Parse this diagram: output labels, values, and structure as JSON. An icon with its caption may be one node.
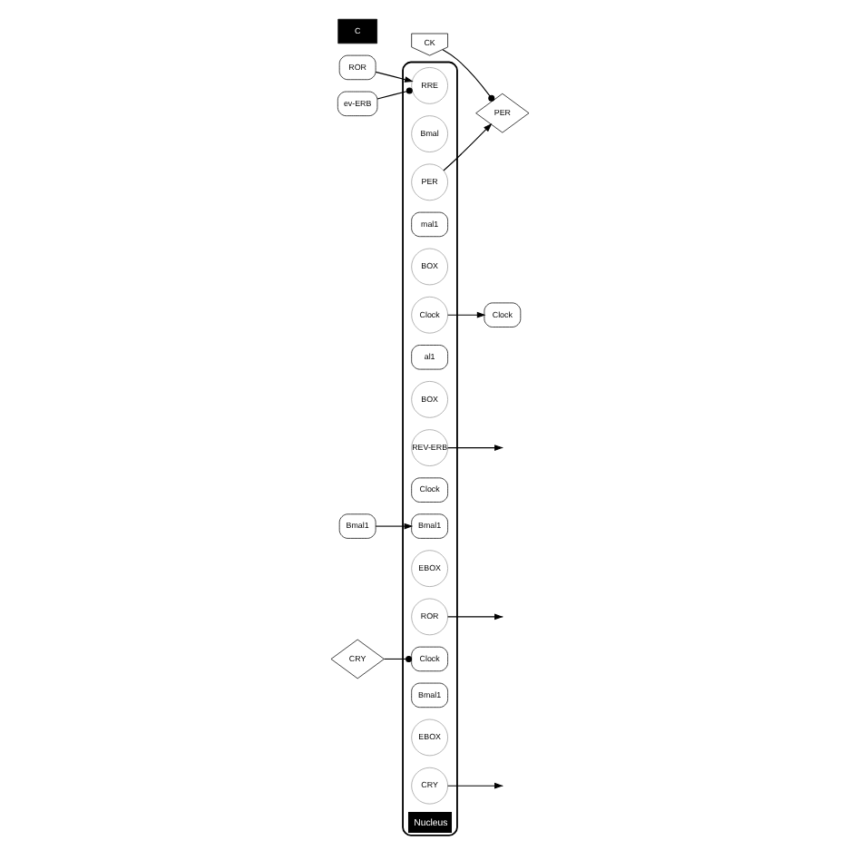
{
  "diagram": {
    "nodes": [
      {
        "text": [
          "Nucleus"
        ]
      },
      {
        "text": [
          "ROR"
        ]
      },
      {
        "text": [
          "ev-ERB"
        ]
      },
      {
        "text": [
          "Clock"
        ]
      },
      {
        "text": [
          "Bmal1"
        ]
      },
      {
        "text": [
          "C"
        ]
      },
      {
        "text": [
          "CK"
        ]
      },
      {
        "text": [
          "PER"
        ]
      },
      {
        "text": [
          "CRY"
        ]
      },
      {
        "text": [
          "RRE"
        ],
        "in": 0
      },
      {
        "text": [
          "Bmal"
        ],
        "in": 0
      },
      {
        "text": [
          "Clock"
        ],
        "in": 0
      },
      {
        "text": [
          "mal1"
        ],
        "in": 0
      },
      {
        "text": [
          "BOX"
        ],
        "in": 0
      },
      {
        "text": [
          "REV-ERB"
        ],
        "in": 0
      },
      {
        "text": [
          "al1"
        ],
        "in": 0
      },
      {
        "text": [
          "BOX"
        ],
        "in": 0
      },
      {
        "text": [
          "ROR"
        ],
        "in": 0
      },
      {
        "text": [
          "Clock"
        ],
        "in": 0
      },
      {
        "text": [
          "Bmal1"
        ],
        "in": 0
      },
      {
        "text": [
          "EBOX"
        ],
        "in": 0
      },
      {
        "text": [
          "PER"
        ],
        "in": 0
      },
      {
        "text": [
          "Clock"
        ],
        "in": 0
      },
      {
        "text": [
          "Bmal1"
        ],
        "in": 0
      },
      {
        "text": [
          "EBOX"
        ],
        "in": 0
      },
      {
        "text": [
          "CRY"
        ],
        "in": 0
      }
    ],
    "edges": [
      {
        "from": 1,
        "to": 9,
        "arrow": "to"
      },
      {
        "from": 2,
        "to": 9,
        "arrow": "other"
      },
      {
        "from": 11,
        "to": 3,
        "arrow": "to"
      },
      {
        "from": 4,
        "to": 19,
        "arrow": "to"
      },
      {
        "from": 14,
        "to": null,
        "arrow": "to"
      },
      {
        "from": 17,
        "to": null,
        "arrow": "to"
      },
      {
        "from": 21,
        "to": 7,
        "arrow": "to"
      },
      {
        "from": 25,
        "to": null,
        "arrow": "to"
      },
      {
        "from": 8,
        "to": 22,
        "arrow": "other"
      },
      {
        "from": 6,
        "to": 7,
        "arrow": "other"
      }
    ]
  }
}
